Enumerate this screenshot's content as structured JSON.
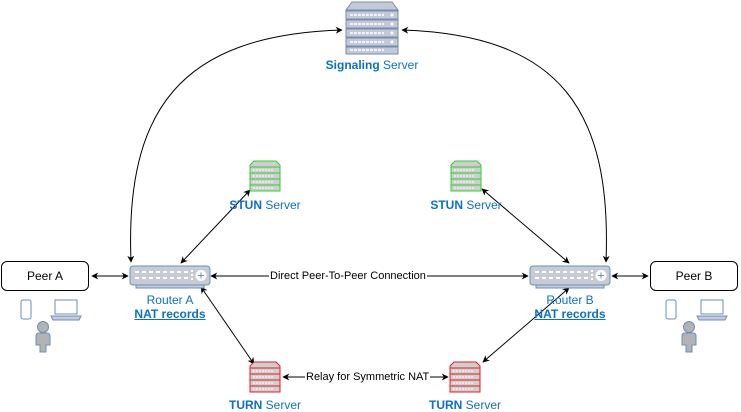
{
  "diagram": {
    "title": "WebRTC NAT Traversal",
    "colors": {
      "label_blue": "#0f6fc6",
      "signaling_fill": "#c3c9d6",
      "signaling_stroke": "#7a8bb0",
      "stun_fill": "#cfcfcf",
      "stun_stroke": "#33cc33",
      "turn_fill": "#cfcfcf",
      "turn_stroke": "#e51c23",
      "router_fill": "#c6cbd6",
      "router_stroke": "#6c8ebf",
      "device_stroke": "#6c8ebf",
      "person_fill": "#b3b3b3"
    },
    "nodes": {
      "signaling": {
        "bold": "Signaling",
        "rest": " Server"
      },
      "stun_a": {
        "bold": "STUN",
        "rest": " Server"
      },
      "stun_b": {
        "bold": "STUN",
        "rest": " Server"
      },
      "turn_a": {
        "bold": "TURN",
        "rest": " Server"
      },
      "turn_b": {
        "bold": "TURN",
        "rest": " Server"
      },
      "router_a": {
        "name": "Router A",
        "link": "NAT records"
      },
      "router_b": {
        "name": "Router B",
        "link": "NAT records"
      },
      "peer_a": {
        "label": "Peer A"
      },
      "peer_b": {
        "label": "Peer B"
      }
    },
    "edges": {
      "direct": "Direct Peer-To-Peer Connection",
      "relay": "Relay for Symmetric NAT"
    }
  }
}
